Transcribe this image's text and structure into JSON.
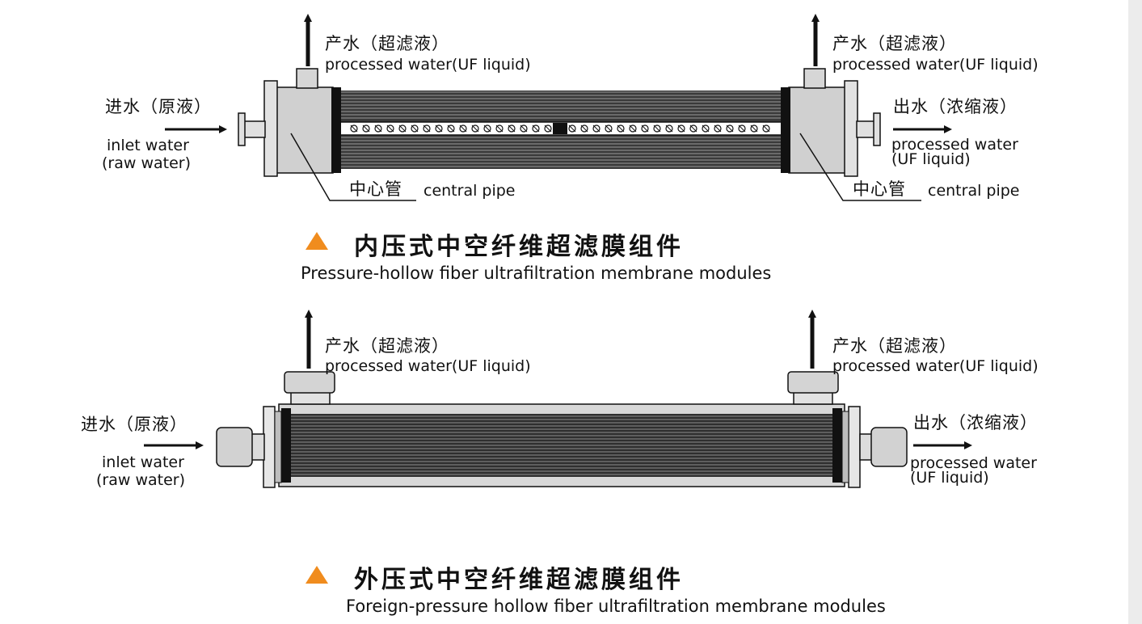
{
  "inner": {
    "outlet_left_zh": "产水（超滤液）",
    "outlet_left_en": "processed water(UF liquid)",
    "outlet_right_zh": "产水（超滤液）",
    "outlet_right_en": "processed water(UF liquid)",
    "inlet_zh": "进水（原液）",
    "inlet_en_1": "inlet water",
    "inlet_en_2": "(raw water)",
    "exit_zh": "出水（浓缩液）",
    "exit_en_1": "processed water",
    "exit_en_2": "(UF liquid)",
    "pipe_left_zh": "中心管",
    "pipe_left_en": "central pipe",
    "pipe_right_zh": "中心管",
    "pipe_right_en": "central pipe",
    "title_zh": "内压式中空纤维超滤膜组件",
    "title_en": "Pressure-hollow fiber ultrafiltration membrane modules"
  },
  "outer": {
    "outlet_left_zh": "产水（超滤液）",
    "outlet_left_en": "processed water(UF liquid)",
    "outlet_right_zh": "产水（超滤液）",
    "outlet_right_en": "processed water(UF liquid)",
    "inlet_zh": "进水（原液）",
    "inlet_en_1": "inlet water",
    "inlet_en_2": "(raw water)",
    "exit_zh": "出水（浓缩液）",
    "exit_en_1": "processed water",
    "exit_en_2": "(UF liquid)",
    "title_zh": "外压式中空纤维超滤膜组件",
    "title_en": "Foreign-pressure hollow fiber ultrafiltration membrane modules"
  },
  "colors": {
    "accent_triangle": "#f08c1e",
    "fiber_dark": "#2a2a2a",
    "housing_gray": "#cfcfcf"
  }
}
